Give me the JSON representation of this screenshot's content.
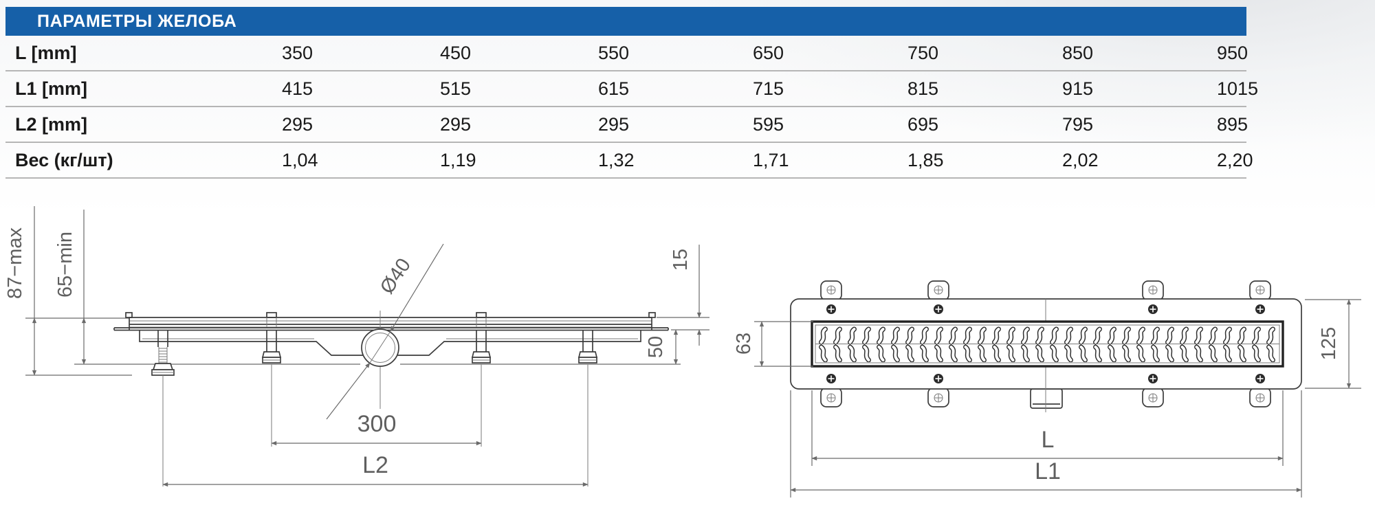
{
  "table": {
    "title": "ПАРАМЕТРЫ ЖЕЛОБА",
    "rows": [
      {
        "label": "L [mm]",
        "values": [
          "350",
          "450",
          "550",
          "650",
          "750",
          "850",
          "950"
        ]
      },
      {
        "label": "L1 [mm]",
        "values": [
          "415",
          "515",
          "615",
          "715",
          "815",
          "915",
          "1015"
        ]
      },
      {
        "label": "L2 [mm]",
        "values": [
          "295",
          "295",
          "295",
          "595",
          "695",
          "795",
          "895"
        ]
      },
      {
        "label": "Вес (кг/шт)",
        "values": [
          "1,04",
          "1,19",
          "1,32",
          "1,71",
          "1,85",
          "2,02",
          "2,20"
        ]
      }
    ]
  },
  "side_view": {
    "dims": {
      "height_max": "87−max",
      "height_min": "65−min",
      "outlet_diameter": "Ø40",
      "edge_height": "15",
      "install_depth": "50",
      "outlet_leg_span": "300",
      "leg_span": "L2"
    }
  },
  "top_view": {
    "dims": {
      "grate_width": "63",
      "body_width": "125",
      "channel_length": "L",
      "total_length": "L1"
    }
  },
  "colors": {
    "header_bar_blue": "#1660a8",
    "row_divider_gray": "#b5b5b5",
    "drawing_line": "#3c3c3c",
    "dimension_gray": "#5f5f5f"
  }
}
